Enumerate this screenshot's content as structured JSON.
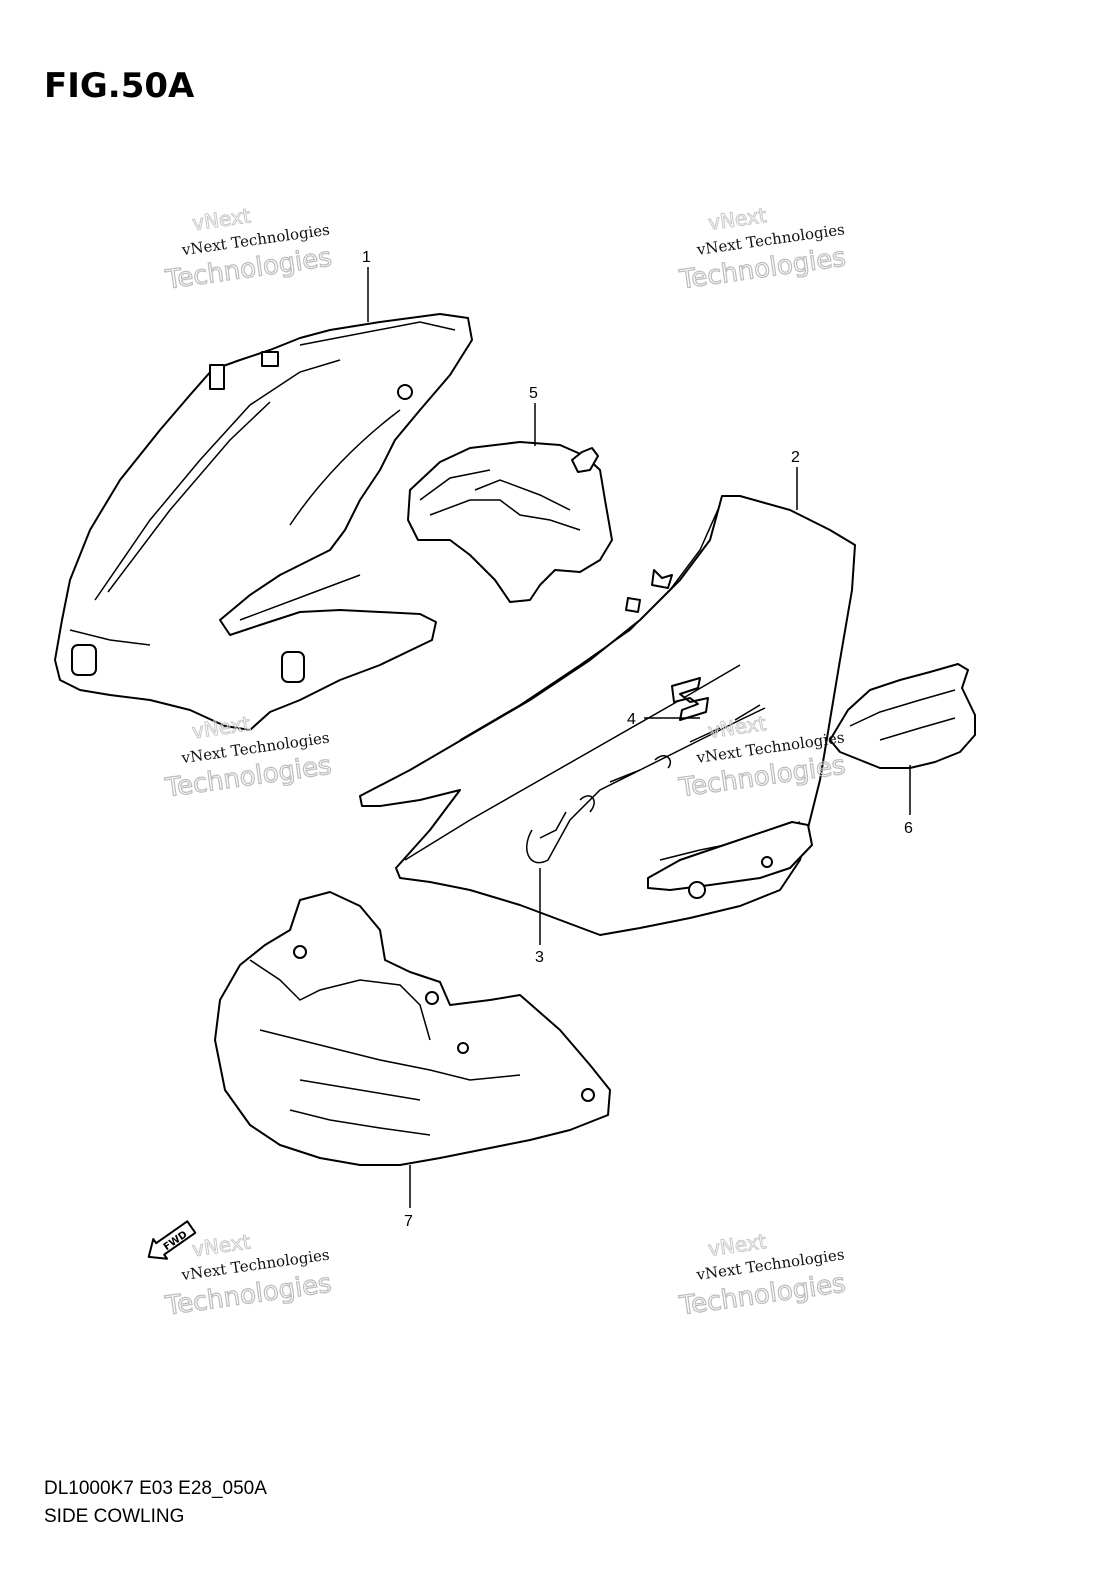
{
  "figure": {
    "title": "FIG.50A"
  },
  "callouts": [
    "1",
    "2",
    "3",
    "4",
    "5",
    "6",
    "7"
  ],
  "watermark": {
    "line1": "vNext Technologies",
    "line2": "Technologies",
    "line3": "vNext"
  },
  "fwd_label": "FWD",
  "footer": {
    "code": "DL1000K7 E03 E28_050A",
    "name": "SIDE COWLING"
  }
}
